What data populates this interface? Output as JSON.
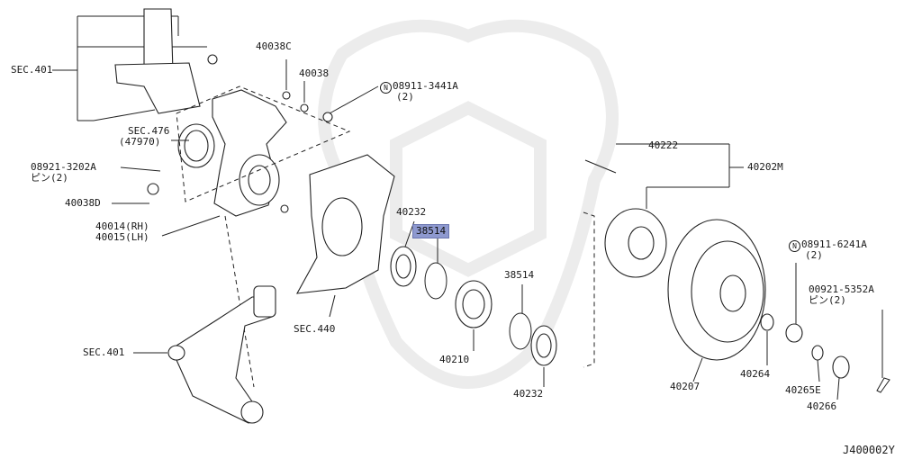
{
  "diagram": {
    "labels": {
      "sec401_top": "SEC.401",
      "p40038c": "40038C",
      "p40038": "40038",
      "nut_top": "08911-3441A",
      "nut_top_qty": "(2)",
      "sec476": "SEC.476",
      "sec476_sub": "(47970)",
      "pin_left": "08921-3202A",
      "pin_left_qty": "ピン(2)",
      "p40038d": "40038D",
      "p40014": "40014(RH)",
      "p40015": "40015(LH)",
      "p40232_top": "40232",
      "p38514_hl": "38514",
      "p40222": "40222",
      "p40202m": "40202M",
      "p38514": "38514",
      "nut_right": "08911-6241A",
      "nut_right_qty": "(2)",
      "pin_right": "00921-5352A",
      "pin_right_qty": "ピン(2)",
      "sec401_bottom": "SEC.401",
      "sec440": "SEC.440",
      "p40210": "40210",
      "p40232_bottom": "40232",
      "p40207": "40207",
      "p40264": "40264",
      "p40265e": "40265E",
      "p40266": "40266",
      "ref_code": "J400002Y"
    },
    "circle_mark": "N",
    "highlight_color": "#8e99cf"
  }
}
